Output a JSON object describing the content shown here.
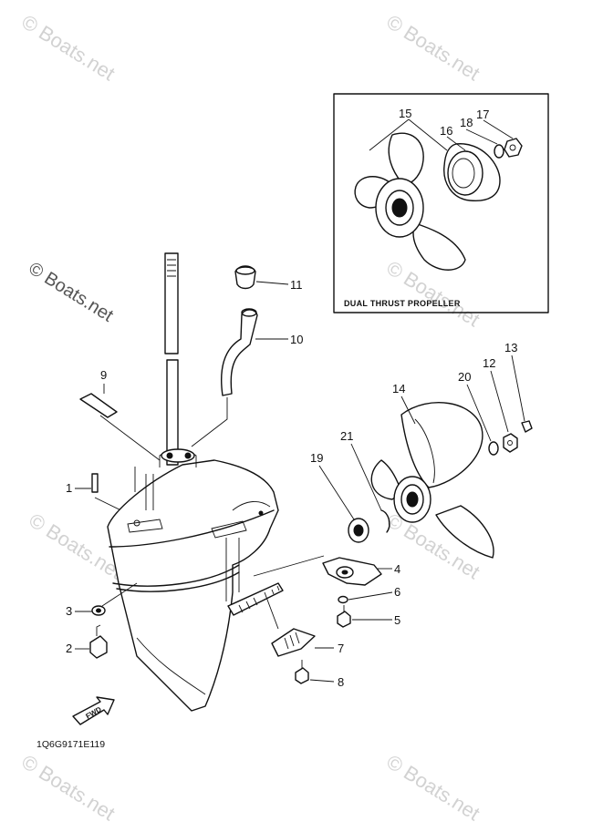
{
  "watermarks": [
    "© Boats.net",
    "© Boats.net",
    "© Boats.net",
    "© Boats.net",
    "© Boats.net",
    "© Boats.net",
    "© Boats.net",
    "© Boats.net"
  ],
  "inset": {
    "title": "DUAL THRUST PROPELLER"
  },
  "callouts": [
    "1",
    "2",
    "3",
    "4",
    "5",
    "6",
    "7",
    "8",
    "9",
    "10",
    "11",
    "12",
    "13",
    "14",
    "15",
    "16",
    "17",
    "18",
    "19",
    "20",
    "21"
  ],
  "diagram_code": "1Q6G9171E119",
  "fwd_label": "FWD"
}
